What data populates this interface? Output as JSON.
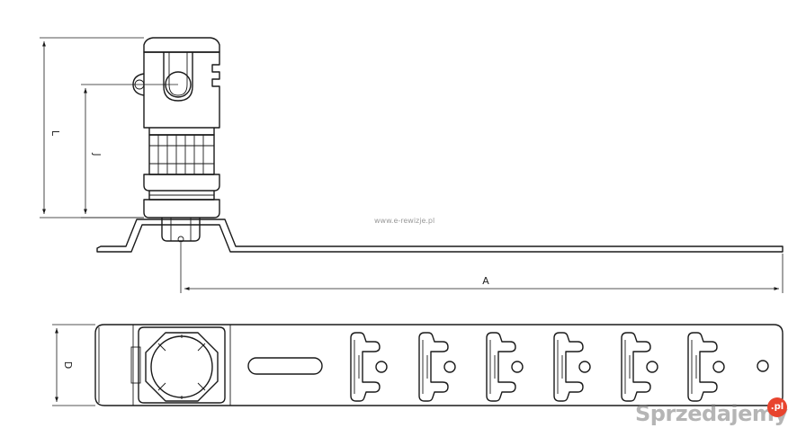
{
  "dimensions": {
    "overall_height_label": "L",
    "center_height_label": "J",
    "base_length_label": "A",
    "width_label": "D"
  },
  "watermark": {
    "site_text": "www.e-rewizje.pl"
  },
  "logo": {
    "text": "Sprzedajemy",
    "badge": ".pl"
  }
}
